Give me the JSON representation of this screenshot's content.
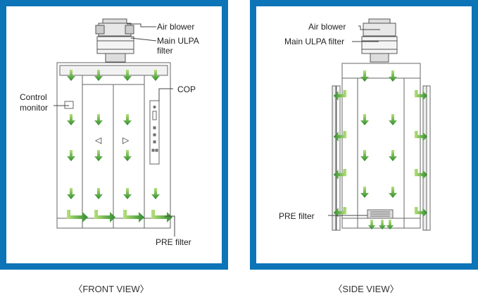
{
  "front_view": {
    "caption": "〈FRONT VIEW〉",
    "labels": {
      "air_blower": "Air blower",
      "main_ulpa_line1": "Main ULPA",
      "main_ulpa_line2": "filter",
      "control_line1": "Control",
      "control_line2": "monitor",
      "cop": "COP",
      "pre_filter": "PRE filter"
    },
    "door_symbols": {
      "open": "◁",
      "close": "▷"
    }
  },
  "side_view": {
    "caption": "〈SIDE VIEW〉",
    "labels": {
      "air_blower": "Air blower",
      "main_ulpa": "Main ULPA filter",
      "pre_filter": "PRE filter"
    }
  },
  "colors": {
    "frame": "#0d74b8",
    "arrow_light": "#8fd14f",
    "arrow_dark": "#2e8b2e",
    "line": "#555555"
  }
}
